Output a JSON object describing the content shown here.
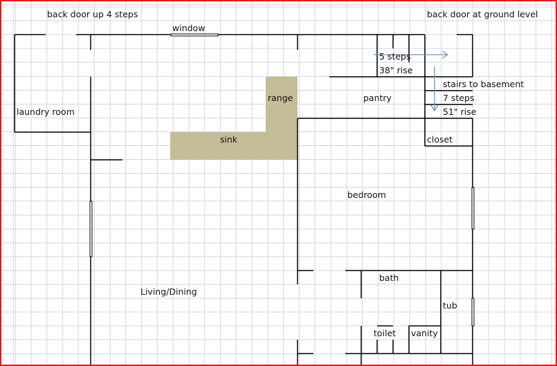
{
  "colors": {
    "counter": "#c4bd97",
    "arrow": "#6f93bd",
    "border": "#e8161b"
  },
  "labels": {
    "back_door_left": "back door up 4 steps",
    "window": "window",
    "back_door_right": "back door at ground level",
    "laundry": "laundry room",
    "range": "range",
    "sink": "sink",
    "pantry": "pantry",
    "steps_up": "5 steps",
    "rise_up": "38\" rise",
    "stairs_basement": "stairs to basement",
    "steps_down": "7 steps",
    "rise_down": "51\" rise",
    "closet": "closet",
    "bedroom": "bedroom",
    "bath": "bath",
    "tub": "tub",
    "toilet": "toilet",
    "vanity": "vanity",
    "living": "Living/Dining"
  }
}
